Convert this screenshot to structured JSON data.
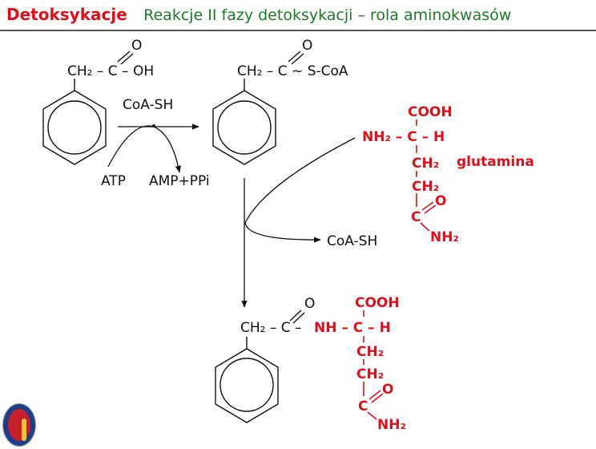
{
  "header": {
    "title": "Detoksykacje",
    "subtitle": "Reakcje II fazy detoksykacji – rola aminokwasów"
  },
  "diagram": {
    "phenylacetate": {
      "oxygen": "O",
      "chain": "CH₂ – C – OH"
    },
    "activation": {
      "cofactor": "CoA-SH",
      "atp": "ATP",
      "products": "AMP+PPi"
    },
    "phenylacetyl_coa": {
      "oxygen": "O",
      "chain": "CH₂ – C ~ S-CoA"
    },
    "glutamine": {
      "name": "glutamina",
      "cooh": "COOH",
      "alpha": "NH₂ – C – H",
      "ch2_a": "CH₂",
      "ch2_b": "CH₂",
      "carbonyl_o": "O",
      "carbonyl_c": "C",
      "amide": "NH₂"
    },
    "released": "CoA-SH",
    "product": {
      "oxygen": "O",
      "chain_black": "CH₂ – C –",
      "chain_red": "NH – C – H",
      "cooh": "COOH",
      "ch2_a": "CH₂",
      "ch2_b": "CH₂",
      "carbonyl_o": "O",
      "carbonyl_c": "C",
      "amide": "NH₂"
    }
  },
  "colors": {
    "title": "#e0101a",
    "subtitle": "#1b7a2a",
    "glutamine": "#e0101a"
  }
}
